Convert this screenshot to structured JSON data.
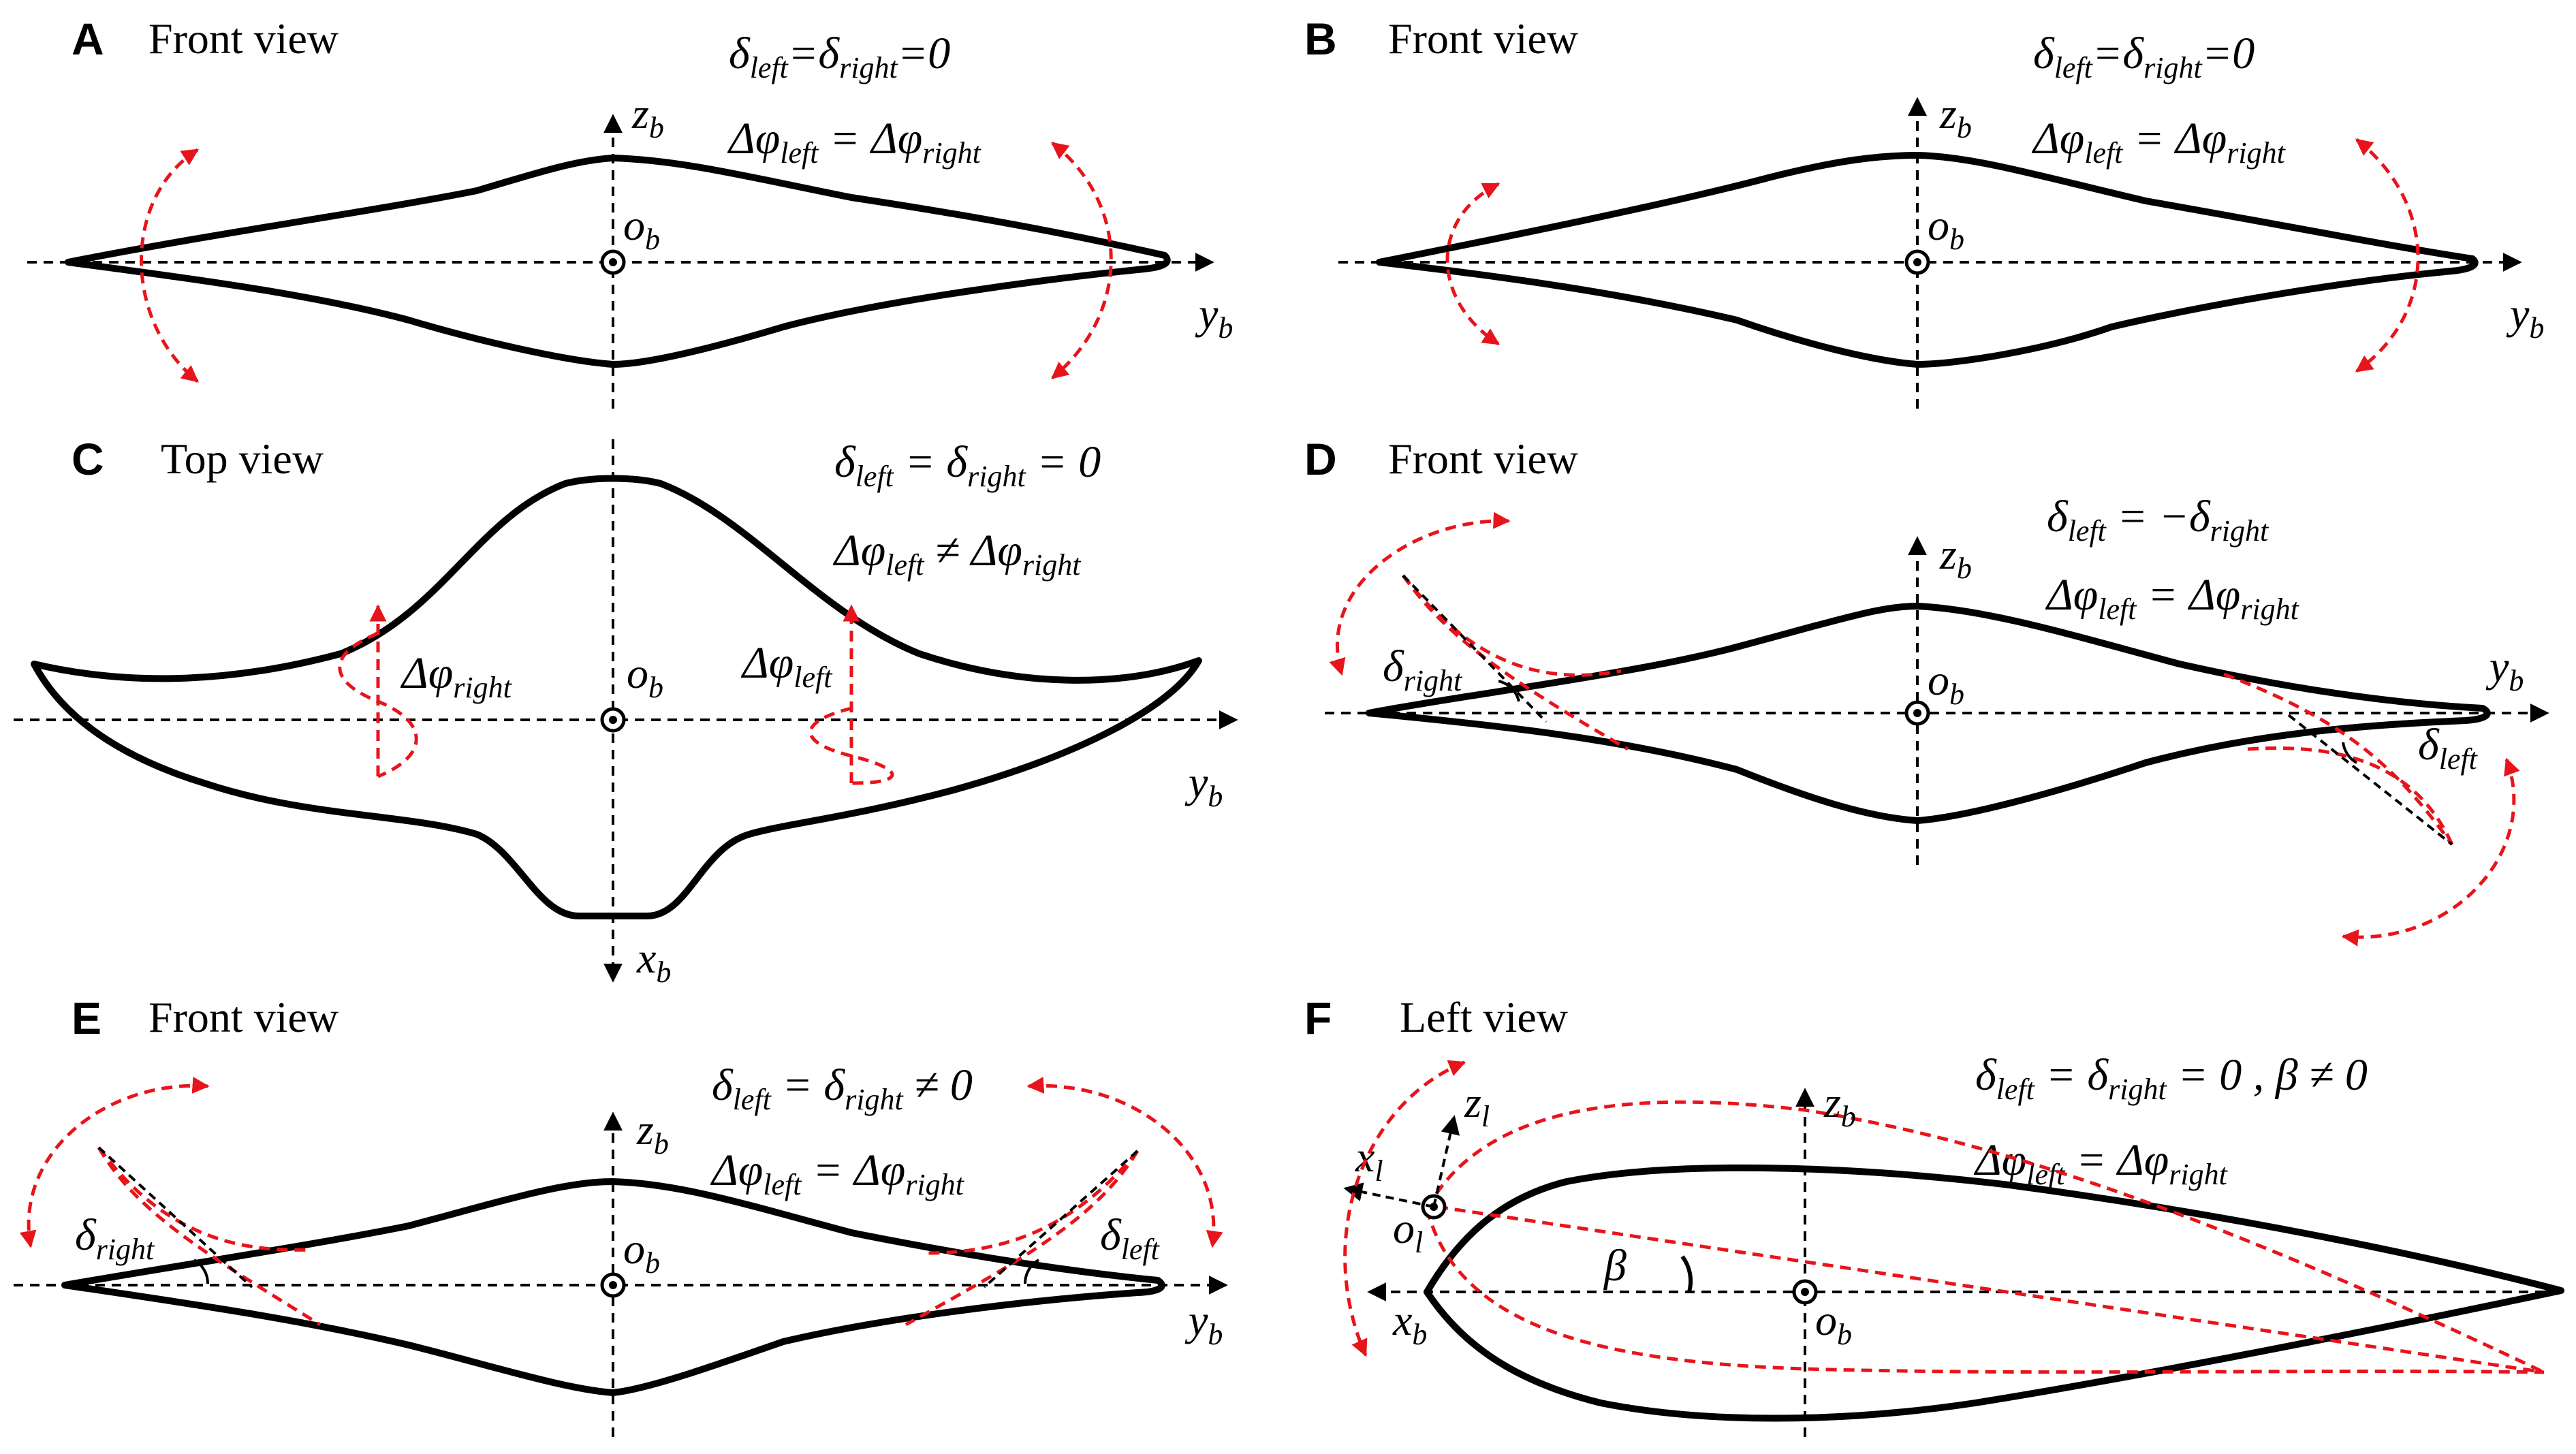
{
  "panels": {
    "A": {
      "letter": "A",
      "title": "Front view",
      "eq1": {
        "a": "δ",
        "a_sub": "left",
        "mid": "=δ",
        "b_sub": "right",
        "rhs": "=0"
      },
      "eq2": {
        "a": "Δφ",
        "a_sub": "left",
        "mid": " = Δφ",
        "b_sub": "right"
      },
      "axes": {
        "z": "z",
        "y": "y",
        "o": "o",
        "sub": "b"
      }
    },
    "B": {
      "letter": "B",
      "title": "Front view",
      "eq1": {
        "a": "δ",
        "a_sub": "left",
        "mid": "=δ",
        "b_sub": "right",
        "rhs": "=0"
      },
      "eq2": {
        "a": "Δφ",
        "a_sub": "left",
        "mid": " = Δφ",
        "b_sub": "right"
      },
      "axes": {
        "z": "z",
        "y": "y",
        "o": "o",
        "sub": "b"
      }
    },
    "C": {
      "letter": "C",
      "title": "Top view",
      "eq1": {
        "a": "δ",
        "a_sub": "left",
        "mid": " = δ",
        "b_sub": "right",
        "rhs": " = 0"
      },
      "eq2": {
        "a": "Δφ",
        "a_sub": "left",
        "mid": " ≠ Δφ",
        "b_sub": "right"
      },
      "labels": {
        "dphi_right": "Δφ",
        "dphi_right_sub": "right",
        "dphi_left": "Δφ",
        "dphi_left_sub": "left"
      },
      "axes": {
        "x": "x",
        "y": "y",
        "o": "o",
        "sub": "b"
      }
    },
    "D": {
      "letter": "D",
      "title": "Front view",
      "eq1": {
        "a": "δ",
        "a_sub": "left",
        "mid": " = −δ",
        "b_sub": "right"
      },
      "eq2": {
        "a": "Δφ",
        "a_sub": "left",
        "mid": " = Δφ",
        "b_sub": "right"
      },
      "labels": {
        "delta_right": "δ",
        "delta_right_sub": "right",
        "delta_left": "δ",
        "delta_left_sub": "left"
      },
      "axes": {
        "z": "z",
        "y": "y",
        "o": "o",
        "sub": "b"
      }
    },
    "E": {
      "letter": "E",
      "title": "Front view",
      "eq1": {
        "a": "δ",
        "a_sub": "left",
        "mid": " = δ",
        "b_sub": "right",
        "rhs": " ≠ 0"
      },
      "eq2": {
        "a": "Δφ",
        "a_sub": "left",
        "mid": " = Δφ",
        "b_sub": "right"
      },
      "labels": {
        "delta_right": "δ",
        "delta_right_sub": "right",
        "delta_left": "δ",
        "delta_left_sub": "left"
      },
      "axes": {
        "z": "z",
        "y": "y",
        "o": "o",
        "sub": "b"
      }
    },
    "F": {
      "letter": "F",
      "title": "Left view",
      "eq1": {
        "a": "δ",
        "a_sub": "left",
        "mid": " = δ",
        "b_sub": "right",
        "rhs": " = 0 ,  β ≠ 0"
      },
      "eq2": {
        "a": "Δφ",
        "a_sub": "left",
        "mid": " = Δφ",
        "b_sub": "right"
      },
      "labels": {
        "beta": "β"
      },
      "axes": {
        "z": "z",
        "x": "x",
        "o": "o",
        "sub": "b",
        "zl": "z",
        "xl": "x",
        "ol": "o",
        "sub_l": "l"
      }
    }
  },
  "colors": {
    "outline": "#000000",
    "motion": "#e8141b"
  }
}
